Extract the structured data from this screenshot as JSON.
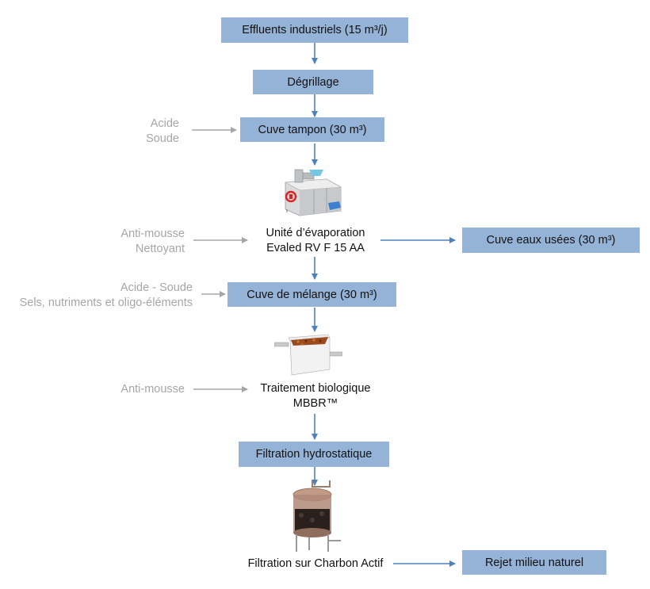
{
  "steps": {
    "effluents": "Effluents industriels (15 m³/j)",
    "degrillage": "Dégrillage",
    "cuve_tampon": "Cuve tampon (30 m³)",
    "evaporation_line1": "Unité d’évaporation",
    "evaporation_line2": "Evaled RV F 15 AA",
    "cuve_eaux_usees": "Cuve eaux usées (30 m³)",
    "cuve_melange": "Cuve de mélange (30 m³)",
    "bio_line1": "Traitement biologique",
    "bio_line2": "MBBR™",
    "filtration_hydro": "Filtration hydrostatique",
    "filtration_charbon": "Filtration sur Charbon Actif",
    "rejet": "Rejet milieu naturel"
  },
  "inputs": {
    "tampon_1": "Acide",
    "tampon_2": "Soude",
    "evap_1": "Anti-mousse",
    "evap_2": "Nettoyant",
    "melange_1": "Acide - Soude",
    "melange_2": "Sels, nutriments et oligo-éléments",
    "bio_1": "Anti-mousse"
  },
  "colors": {
    "box_fill": "#95b3d7",
    "arrow": "#4f81bd",
    "input_arrow": "#a6a6a6",
    "input_text": "#a6a6a6"
  },
  "icons": [
    "evaporator-unit-image",
    "mbbr-tank-image",
    "charcoal-filter-image"
  ]
}
